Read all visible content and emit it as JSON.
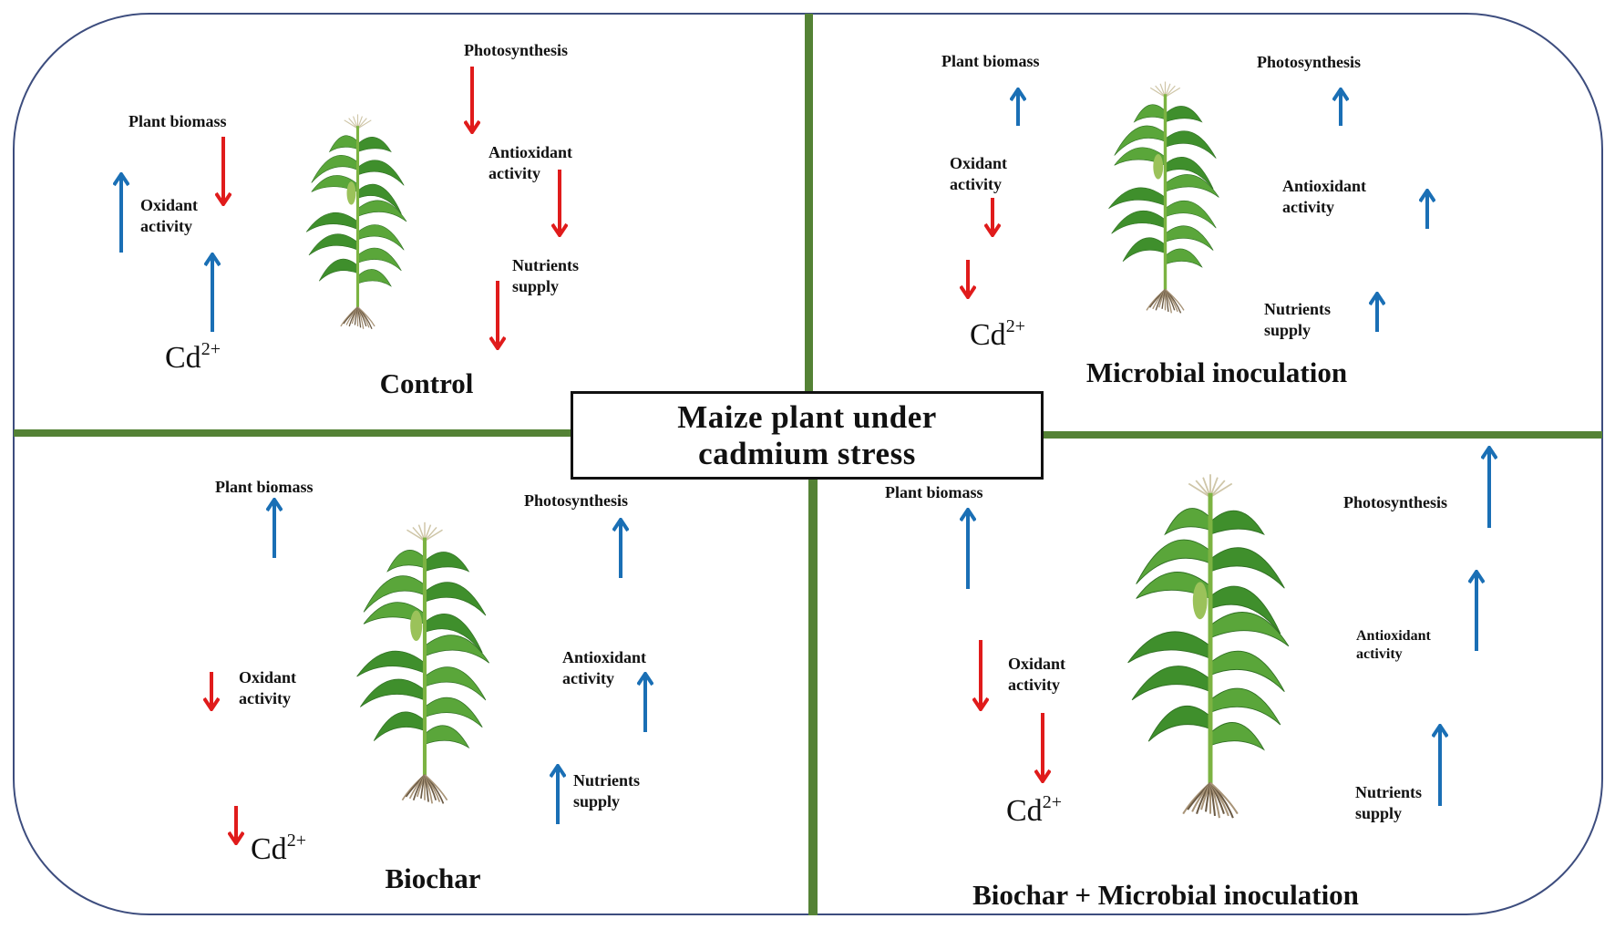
{
  "center_title": "Maize plant under\ncadmium stress",
  "colors": {
    "increase": "#1a6fb5",
    "decrease": "#e01b1b",
    "divider": "#548235",
    "frame": "#3d4d7e"
  },
  "cd_label": {
    "base": "Cd",
    "superscript": "2+"
  },
  "quadrants": {
    "control": {
      "title": "Control",
      "labels": {
        "plant_biomass": "Plant biomass",
        "oxidant_activity": "Oxidant\nactivity",
        "photosynthesis": "Photosynthesis",
        "antioxidant_activity": "Antioxidant\nactivity",
        "nutrients_supply": "Nutrients\nsupply"
      },
      "effects": {
        "plant_biomass": "decrease",
        "oxidant_activity": "increase",
        "cd_uptake": "increase",
        "photosynthesis": "decrease",
        "antioxidant_activity": "decrease",
        "nutrients_supply": "decrease"
      }
    },
    "microbial": {
      "title": "Microbial inoculation",
      "labels": {
        "plant_biomass": "Plant biomass",
        "oxidant_activity": "Oxidant\nactivity",
        "photosynthesis": "Photosynthesis",
        "antioxidant_activity": "Antioxidant\nactivity",
        "nutrients_supply": "Nutrients\nsupply"
      },
      "effects": {
        "plant_biomass": "increase",
        "oxidant_activity": "decrease",
        "cd_uptake": "decrease",
        "photosynthesis": "increase",
        "antioxidant_activity": "increase",
        "nutrients_supply": "increase"
      }
    },
    "biochar": {
      "title": "Biochar",
      "labels": {
        "plant_biomass": "Plant biomass",
        "oxidant_activity": "Oxidant\nactivity",
        "photosynthesis": "Photosynthesis",
        "antioxidant_activity": "Antioxidant\nactivity",
        "nutrients_supply": "Nutrients\nsupply"
      },
      "effects": {
        "plant_biomass": "increase",
        "oxidant_activity": "decrease",
        "cd_uptake": "decrease",
        "photosynthesis": "increase",
        "antioxidant_activity": "increase",
        "nutrients_supply": "increase"
      }
    },
    "combined": {
      "title": "Biochar + Microbial inoculation",
      "labels": {
        "plant_biomass": "Plant biomass",
        "oxidant_activity": "Oxidant\nactivity",
        "photosynthesis": "Photosynthesis",
        "antioxidant_activity": "Antioxidant\nactivity",
        "nutrients_supply": "Nutrients\nsupply"
      },
      "effects": {
        "plant_biomass": "increase",
        "oxidant_activity": "decrease",
        "cd_uptake": "decrease",
        "photosynthesis": "increase",
        "antioxidant_activity": "increase",
        "nutrients_supply": "increase"
      }
    }
  }
}
